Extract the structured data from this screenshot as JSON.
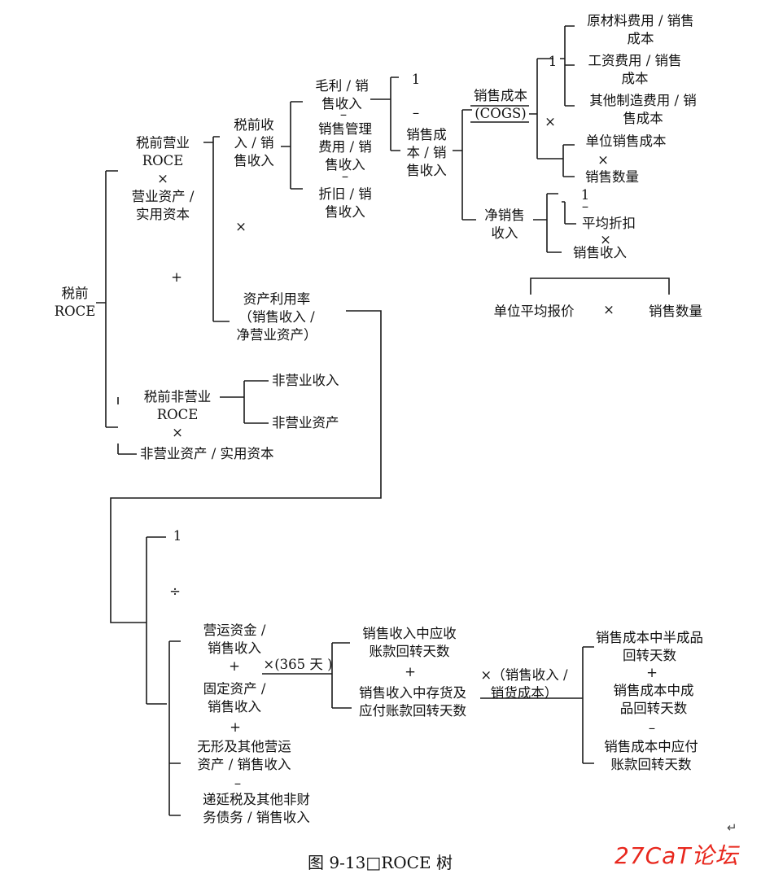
{
  "caption": "图 9-13□ROCE 树",
  "watermark": "27CaT论坛",
  "nodes": {
    "pretax_roce": "税前\nROCE",
    "op_roce": "税前营业\nROCE\n×\n营业资产 /\n实用资本",
    "pretax_income_sales": "税前收\n入 / 销\n售收入",
    "gross_margin": "毛利 / 销\n售收入",
    "minus1": "–",
    "sales_mgmt": "销售管理\n费用 / 销\n售收入",
    "minus2": "–",
    "depr": "折旧 / 销\n售收入",
    "one_a": "1",
    "minus3": "–",
    "cogs_sales": "销售成\n本 / 销\n售收入",
    "cogs": "销售成本\n(COGS)",
    "one_b": "1",
    "raw_material": "原材料费用 / 销售\n成本",
    "wage": "工资费用 / 销售\n成本",
    "other_mfg": "其他制造费用 / 销\n售成本",
    "times_cogs": "×",
    "unit_cost": "单位销售成本",
    "times_unit": "×",
    "sales_qty_a": "销售数量",
    "net_sales": "净销售\n收入",
    "one_c": "1",
    "minus4": "–",
    "avg_discount": "平均折扣",
    "times_disc": "×",
    "sales_rev": "销售收入",
    "unit_price": "单位平均报价",
    "times_price": "×",
    "sales_qty_b": "销售数量",
    "times_mid": "×",
    "plus_mid": "+",
    "asset_util": "资产利用率\n（销售收入 /\n净营业资产）",
    "nonop_roce": "税前非营业\nROCE\n×",
    "nonop_income": "非营业收入",
    "nonop_assets": "非营业资产",
    "nonop_ratio": "非营业资产 / 实用资本",
    "one_d": "1",
    "div": "÷",
    "wc": "营运资金 /\n销售收入",
    "plus_a": "+",
    "fixed": "固定资产 /\n销售收入",
    "plus_b": "+",
    "intangible": "无形及其他营运\n资产 / 销售收入",
    "minus5": "–",
    "deferred": "递延税及其他非财\n务债务 / 销售收入",
    "times365": "×(365 天 )",
    "ar_days": "销售收入中应收\n账款回转天数",
    "plus_c": "+",
    "inv_ap": "销售收入中存货及\n应付账款回转天数",
    "times_ratio": "×（销售收入 /\n销货成本）",
    "wip_days": "销售成本中半成品\n回转天数",
    "plus_d": "+",
    "fg_days": "销售成本中成\n品回转天数",
    "minus6": "–",
    "ap_days": "销售成本中应付\n账款回转天数"
  }
}
